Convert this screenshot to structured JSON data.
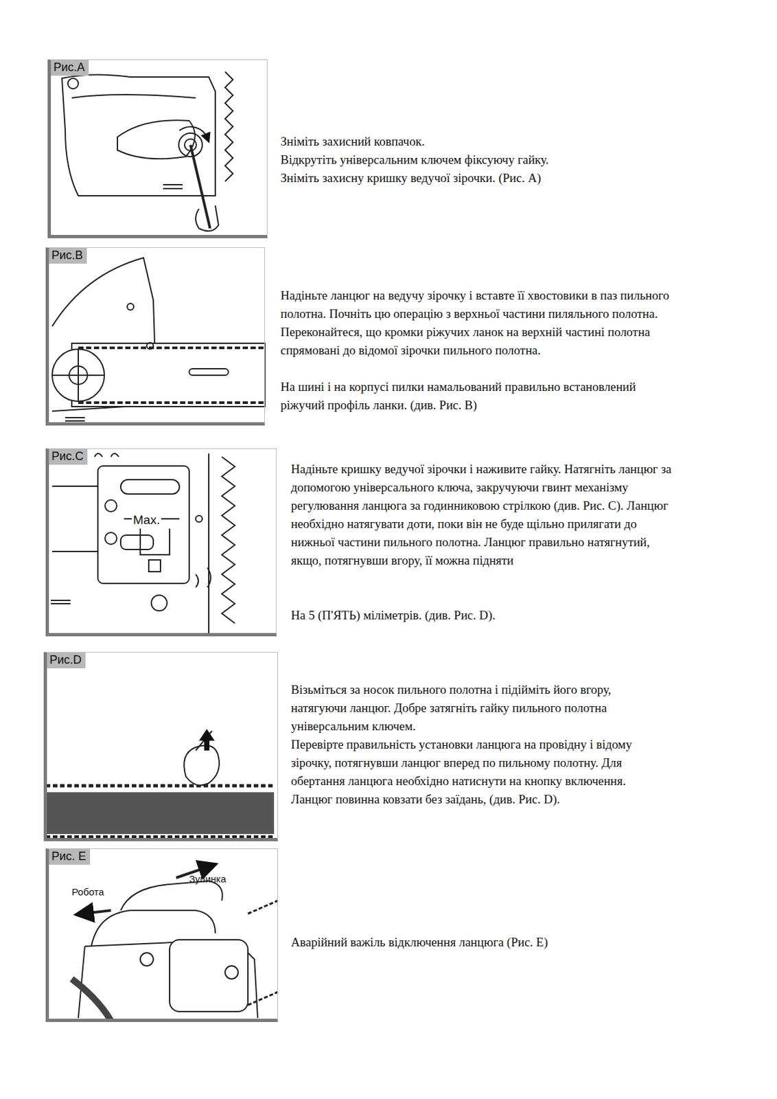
{
  "diagram": {
    "nodes": [
      {
        "text": [
          "Рис.A"
        ]
      },
      {
        "text": [
          "Рис.B"
        ]
      },
      {
        "text": [
          "Рис.C"
        ]
      },
      {
        "text": [
          "Рис.D"
        ]
      },
      {
        "text": [
          "Рис. E"
        ]
      }
    ],
    "edges": [],
    "labels": [
      "Зніміть захисний ковпачок.",
      "Відкрутіть універсальним ключем фіксуючу гайку.",
      "Зніміть захисну кришку ведучої зірочки. (Рис. А)",
      "Надіньте ланцюг на ведучу зірочку і вставте її хвостовики в паз пильного полотна. Почніть цю операцію з верхньої частини пиляльного полотна. Переконайтеся, що кромки ріжучих ланок на верхній частині полотна спрямовані до відомої зірочки пильного полотна.",
      "На шині і на корпусі пилки намальований правильно встановлений ріжучий профіль ланки. (див. Рис. B)",
      "Надіньте кришку ведучої зірочки і наживите гайку. Натягніть ланцюг за допомогою універсального ключа, закручуючи гвинт механізму регулювання ланцюга за годинниковою стрілкою (див. Рис. C). Ланцюг необхідно натягувати доти, поки він не буде щільно прилягати до нижньої частини пильного полотна. Ланцюг правильно натягнутий, якщо, потягнувши вгору, її можна підняти",
      "На 5 (П'ЯТЬ) міліметрів. (див. Рис. D).",
      "Візьміться за носок пильного полотна і підійміть його вгору, натягуючи ланцюг. Добре затягніть гайку пильного полотна універсальним ключем.",
      "Перевірте правильність установки ланцюга на провідну і відому зірочку, потягнувши ланцюг вперед по пильному полотну. Для обертання ланцюга необхідно натиснути на кнопку включення. Ланцюг повинна ковзати без заїдань, (див. Рис. D).",
      "Аварійний важіль відключення ланцюга (Рис. E)",
      "Max.",
      "Робота",
      "Зупинка"
    ]
  }
}
